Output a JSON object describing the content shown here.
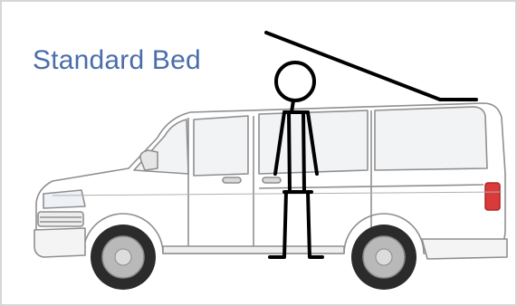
{
  "title": "Standard Bed",
  "colors": {
    "title_text": "#4a6ea9",
    "van_outline": "#8f8f8f",
    "van_fill": "#ffffff",
    "tyre": "#2b2b2b",
    "rim": "#b9b9b9",
    "stick_figure": "#000000",
    "roof_line": "#000000",
    "tail_light": "#d93a3a",
    "window": "#f2f3f5"
  },
  "icons": {
    "figure": "stick-figure-person",
    "vehicle": "camper-van-side-view"
  }
}
